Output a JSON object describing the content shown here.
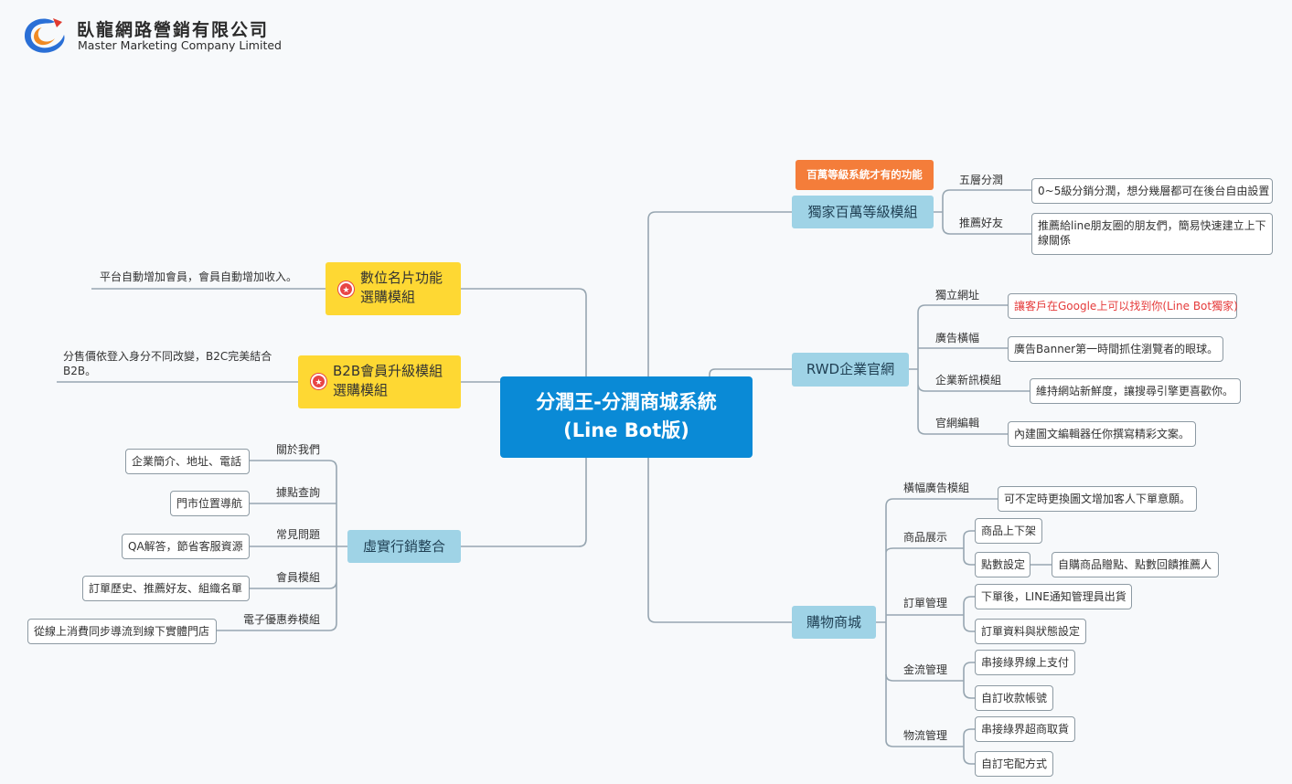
{
  "logo": {
    "cn": "臥龍網路營銷有限公司",
    "en": "Master Marketing Company Limited",
    "colors": {
      "blue": "#2a6fd6",
      "orange": "#f08a24",
      "red": "#e03a2f"
    }
  },
  "center": {
    "line1": "分潤王-分潤商城系統",
    "line2": "(Line Bot版)",
    "color": "#0a8ad6"
  },
  "badge": "百萬等級系統才有的功能",
  "exclusive": {
    "title": "獨家百萬等級模組",
    "items": [
      {
        "label": "五層分潤",
        "box": "0~5級分銷分潤，想分幾層都可在後台自由設置"
      },
      {
        "label": "推薦好友",
        "box": "推薦給line朋友圈的朋友們，簡易快速建立上下線關係"
      }
    ]
  },
  "rwd": {
    "title": "RWD企業官網",
    "items": [
      {
        "label": "獨立網址",
        "box": "讓客戶在Google上可以找到你(Line Bot獨家)"
      },
      {
        "label": "廣告橫幅",
        "box": "廣告Banner第一時間抓住瀏覽者的眼球。"
      },
      {
        "label": "企業新訊模組",
        "box": "維持網站新鮮度，讓搜尋引擎更喜歡你。"
      },
      {
        "label": "官網編輯",
        "box": "內建圖文編輯器任你撰寫精彩文案。"
      }
    ]
  },
  "shop": {
    "title": "購物商城",
    "banner": {
      "label": "橫幅廣告模組",
      "box": "可不定時更換圖文增加客人下單意願。"
    },
    "display": {
      "label": "商品展示",
      "box1": "商品上下架",
      "box2": "點數設定",
      "box3": "自購商品贈點、點數回饋推薦人"
    },
    "order": {
      "label": "訂單管理",
      "box1": "下單後，LINE通知管理員出貨",
      "box2": "訂單資料與狀態設定"
    },
    "payment": {
      "label": "金流管理",
      "box1": "串接綠界線上支付",
      "box2": "自訂收款帳號"
    },
    "logistics": {
      "label": "物流管理",
      "box1": "串接綠界超商取貨",
      "box2": "自訂宅配方式"
    }
  },
  "card": {
    "title_line1": "數位名片功能",
    "title_line2": "選購模組",
    "note": "平台自動增加會員，會員自動增加收入。"
  },
  "b2b": {
    "title_line1": "B2B會員升級模組",
    "title_line2": "選購模組",
    "note": "分售價依登入身分不同改變，B2C完美結合B2B。"
  },
  "omni": {
    "title": "虛實行銷整合",
    "items": [
      {
        "label": "關於我們",
        "box": "企業簡介、地址、電話"
      },
      {
        "label": "據點查詢",
        "box": "門市位置導航"
      },
      {
        "label": "常見問題",
        "box": "QA解答，節省客服資源"
      },
      {
        "label": "會員模組",
        "box": "訂單歷史、推薦好友、組織名單"
      },
      {
        "label": "電子優惠券模組",
        "box": "從線上消費同步導流到線下實體門店"
      }
    ]
  },
  "colors": {
    "main_blue": "#9fd3e6",
    "main_yellow": "#fed833",
    "badge_orange": "#f47d3a",
    "line": "#97a6b1",
    "red_text": "#e53b3b"
  }
}
